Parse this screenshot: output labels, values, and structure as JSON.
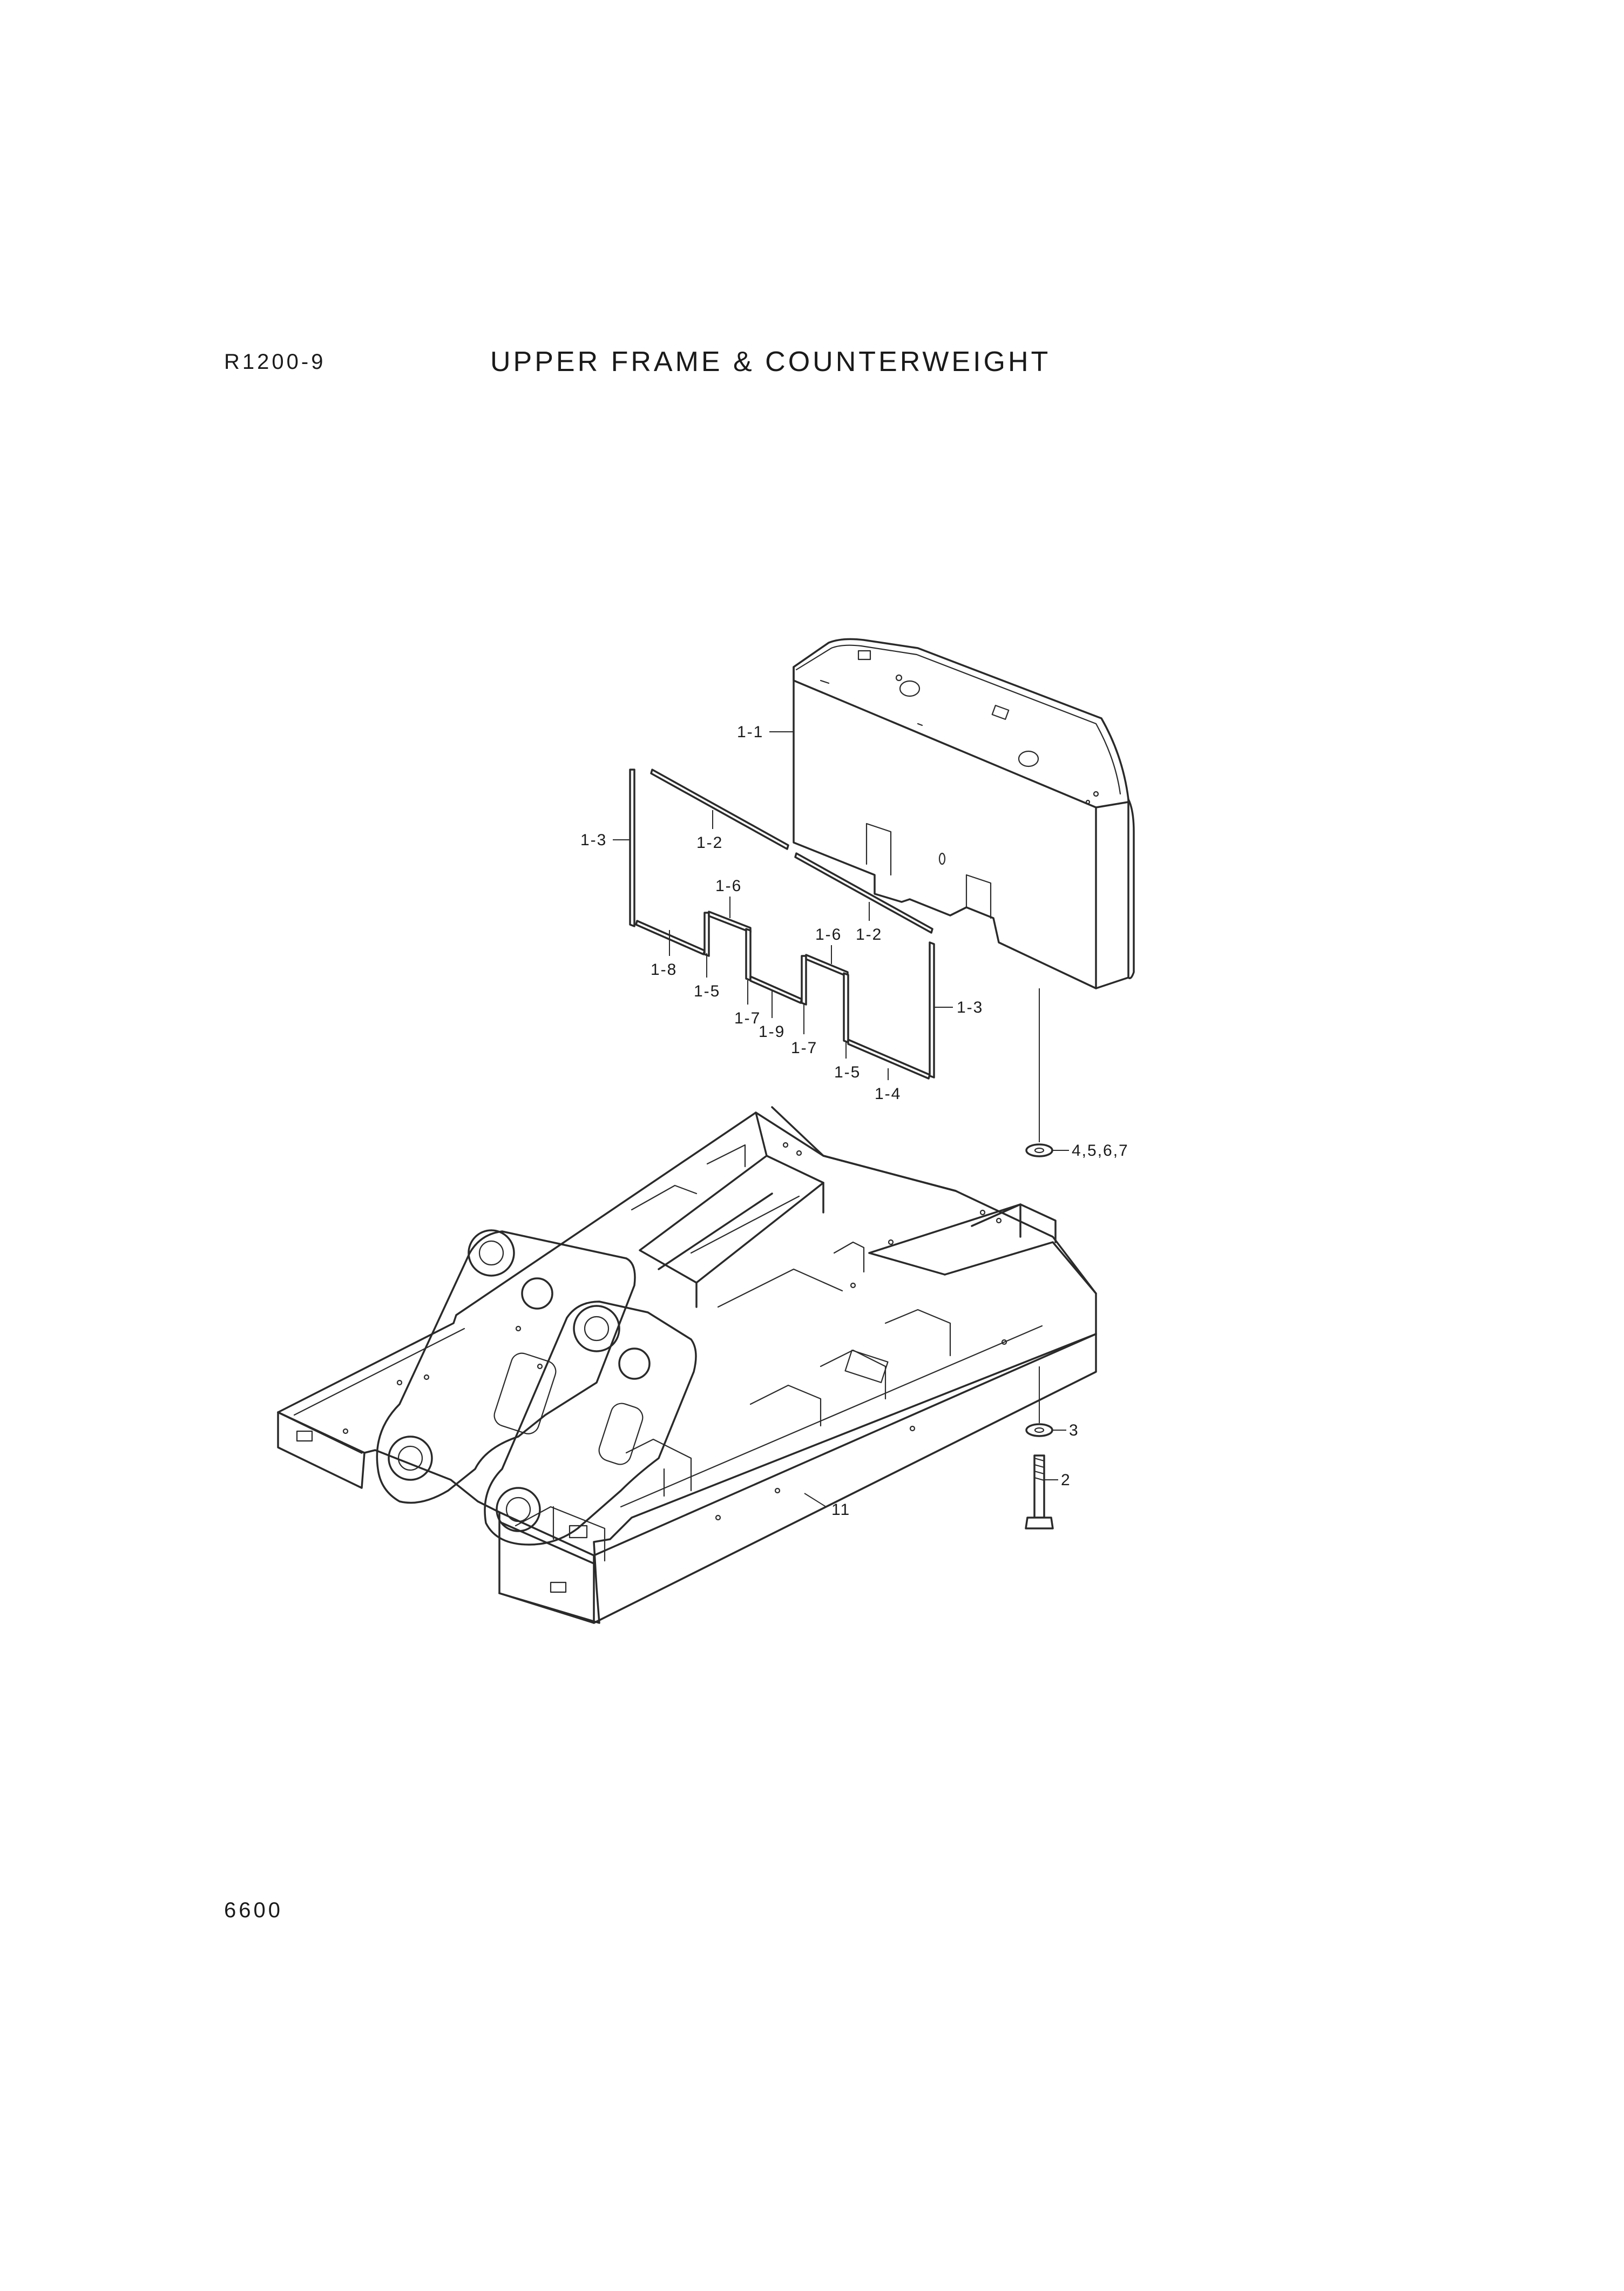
{
  "header": {
    "model": "R1200-9",
    "title": "UPPER FRAME & COUNTERWEIGHT"
  },
  "footer": {
    "page_number": "6600"
  },
  "callouts": {
    "c1_1": "1-1",
    "c1_3_left": "1-3",
    "c1_2_left": "1-2",
    "c1_6_left": "1-6",
    "c1_6_right": "1-6",
    "c1_2_right": "1-2",
    "c1_8": "1-8",
    "c1_5_left": "1-5",
    "c1_7_left": "1-7",
    "c1_9": "1-9",
    "c1_7_right": "1-7",
    "c1_3_right": "1-3",
    "c1_5_right": "1-5",
    "c1_4": "1-4",
    "c4567": "4,5,6,7",
    "c3": "3",
    "c2": "2",
    "c11": "11"
  }
}
